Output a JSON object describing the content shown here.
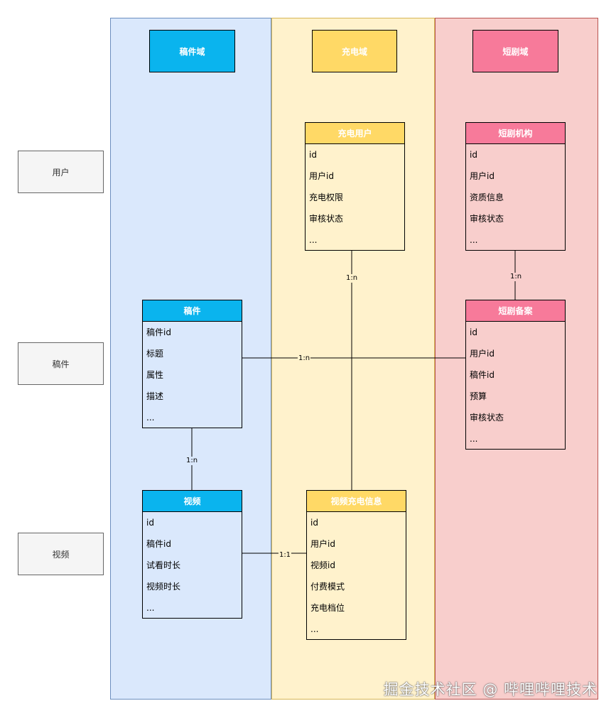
{
  "domains": [
    {
      "label": "稿件域",
      "color": "#0ab4ee"
    },
    {
      "label": "充电域",
      "color": "#ffd966"
    },
    {
      "label": "短剧域",
      "color": "#f77a9a"
    }
  ],
  "rows": [
    "用户",
    "稿件",
    "视频"
  ],
  "entities": {
    "charge_user": {
      "title": "充电用户",
      "fields": [
        "id",
        "用户id",
        "充电权限",
        "审核状态",
        "..."
      ]
    },
    "drama_org": {
      "title": "短剧机构",
      "fields": [
        "id",
        "用户id",
        "资质信息",
        "审核状态",
        "..."
      ]
    },
    "manuscript": {
      "title": "稿件",
      "fields": [
        "稿件id",
        "标题",
        "属性",
        "描述",
        "..."
      ]
    },
    "drama_filing": {
      "title": "短剧备案",
      "fields": [
        "id",
        "用户id",
        "稿件id",
        "预算",
        "审核状态",
        "..."
      ]
    },
    "video": {
      "title": "视频",
      "fields": [
        "id",
        "稿件id",
        "试看时长",
        "视频时长",
        "..."
      ]
    },
    "video_charge": {
      "title": "视频充电信息",
      "fields": [
        "id",
        "用户id",
        "视频id",
        "付费模式",
        "充电档位",
        "..."
      ]
    }
  },
  "relations": {
    "charge_user_to_video_charge": "1:n",
    "drama_org_to_drama_filing": "1:n",
    "manuscript_to_drama_filing": "1:n",
    "manuscript_to_video": "1:n",
    "video_to_video_charge": "1:1"
  },
  "watermark": "掘金技术社区 @ 哔哩哔哩技术"
}
